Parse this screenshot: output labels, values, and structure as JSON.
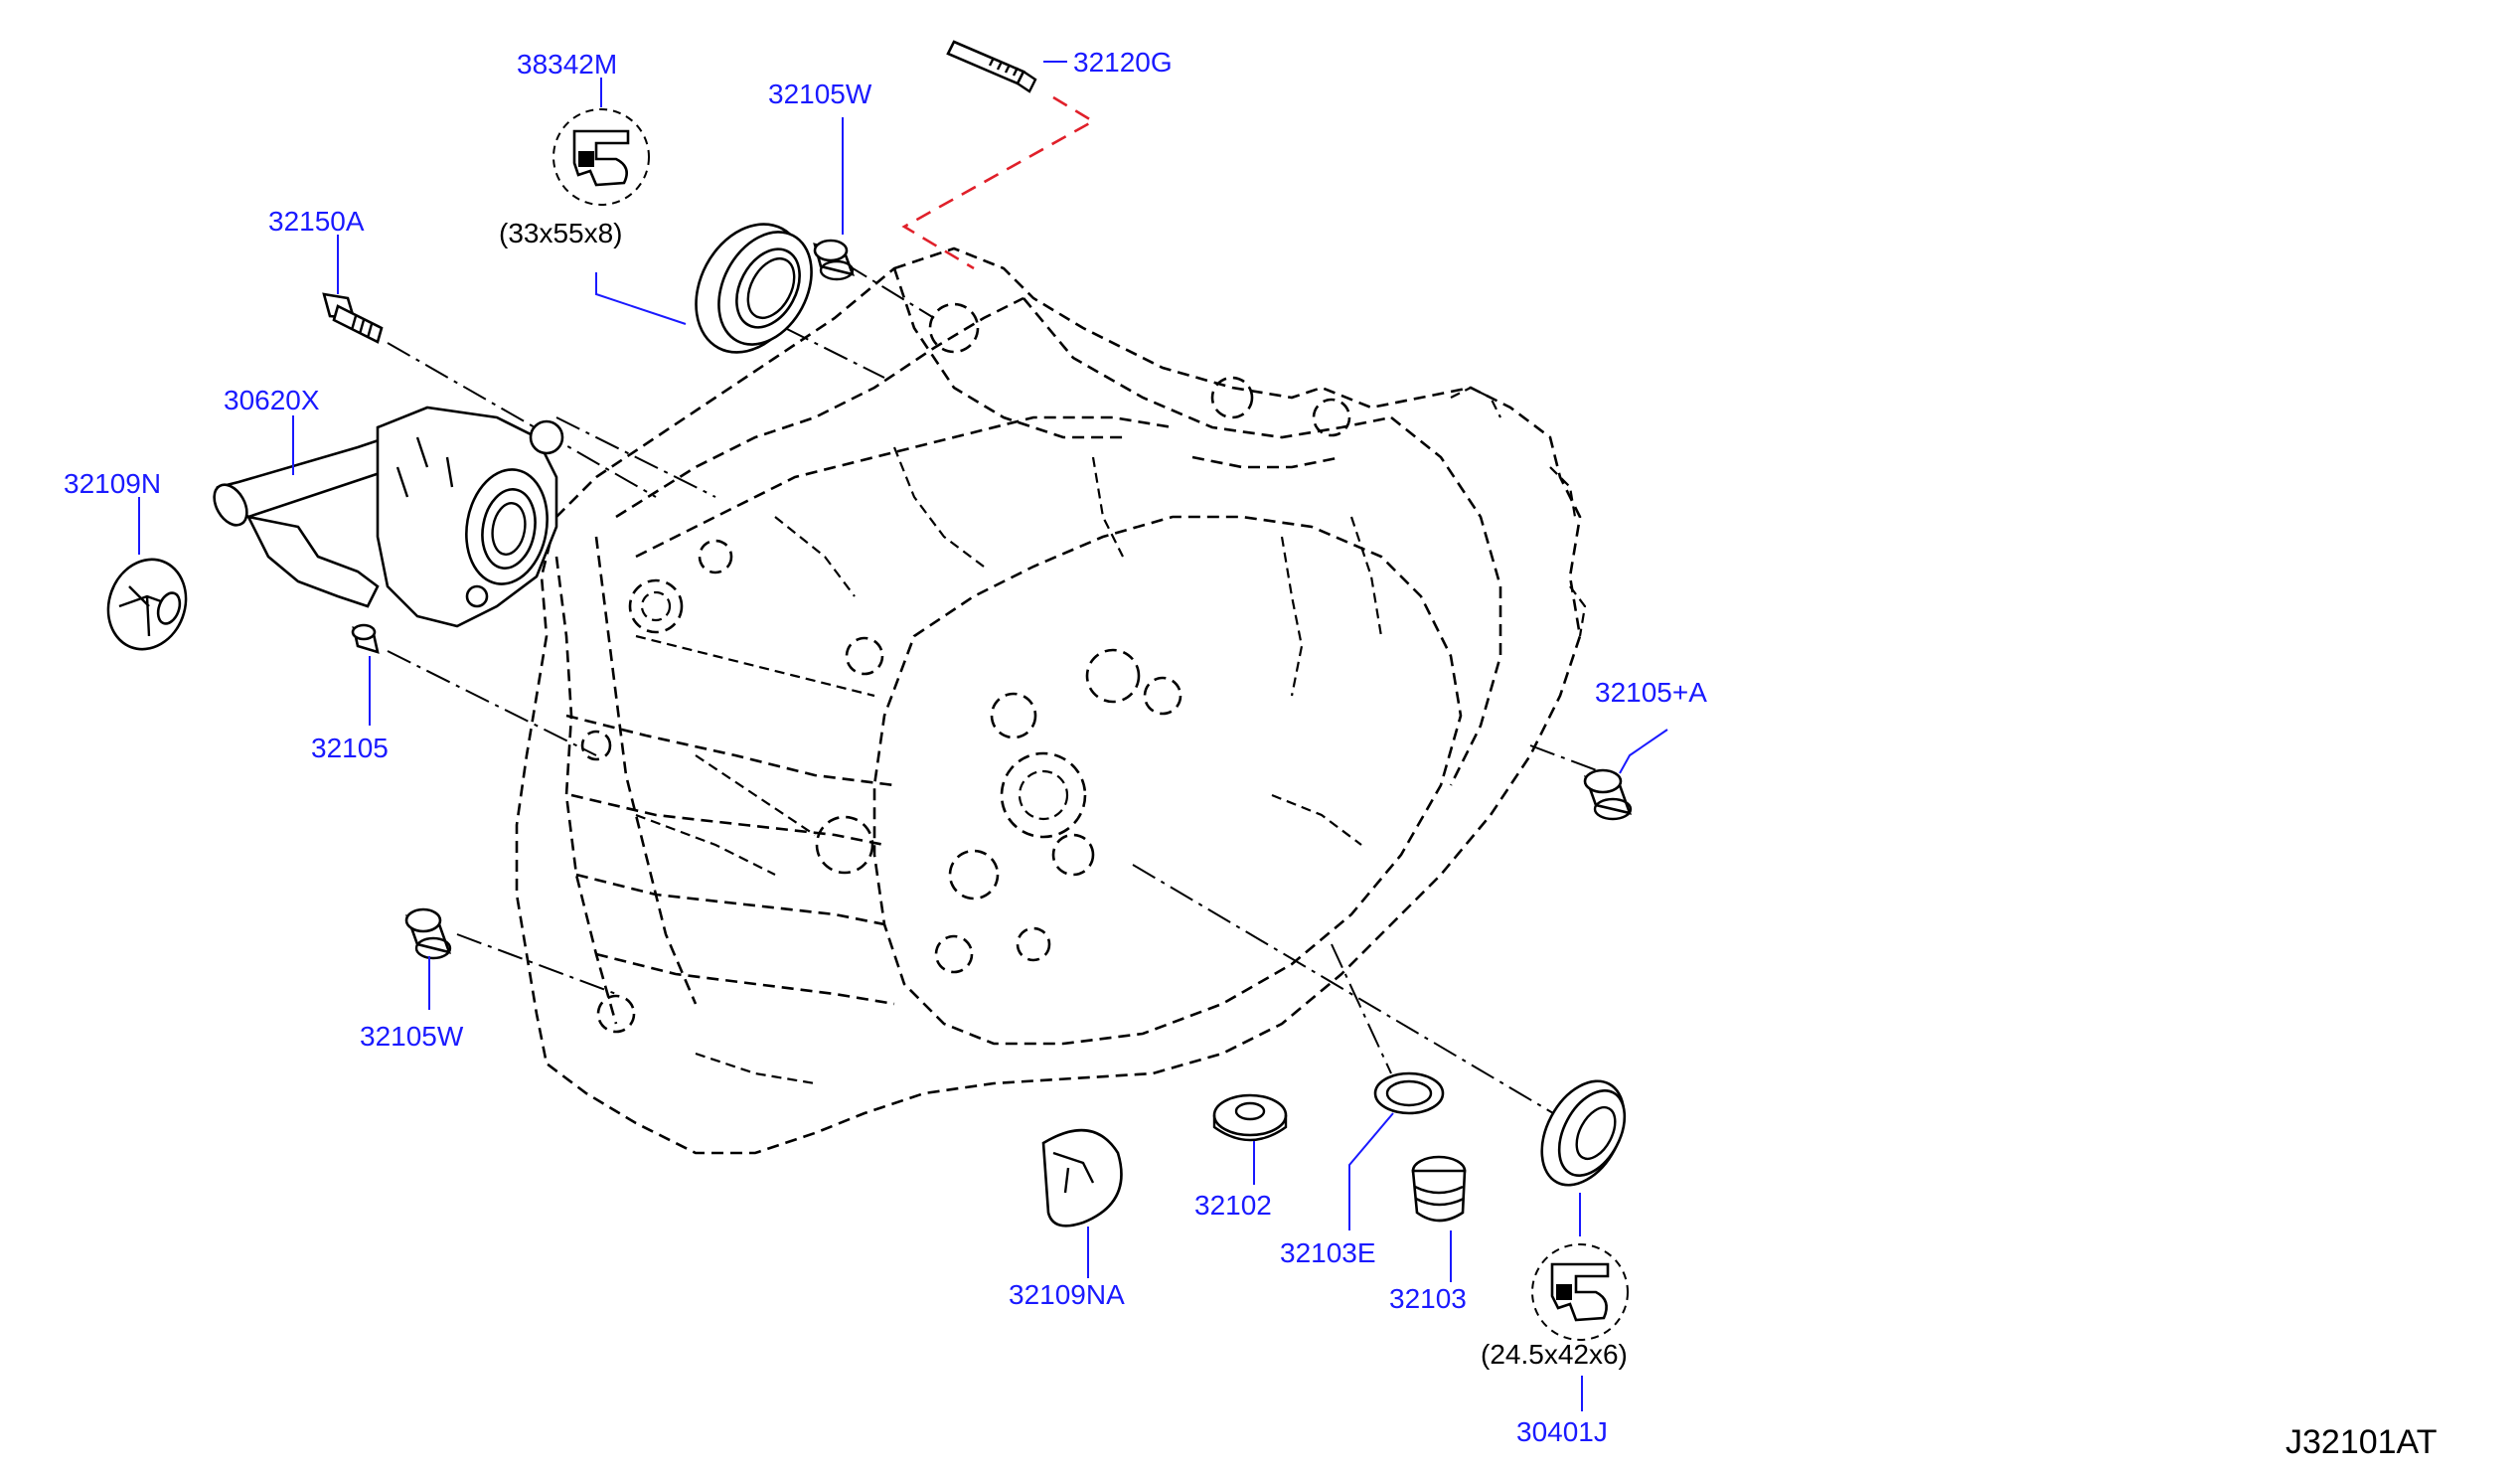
{
  "diagram": {
    "diagram_id": "J32101AT",
    "accent_color": "#1a1aff",
    "line_color": "#000000",
    "highlight_color": "#e0202a",
    "parts": {
      "p38342M": "38342M",
      "p32105W_top": "32105W",
      "p32120G": "32120G",
      "p32150A": "32150A",
      "p30620X": "30620X",
      "p32109N": "32109N",
      "p32105": "32105",
      "p32105plusA": "32105+A",
      "p32105W_bottom": "32105W",
      "p32109NA": "32109NA",
      "p32102": "32102",
      "p32103E": "32103E",
      "p32103": "32103",
      "p30401J": "30401J"
    },
    "dimensions": {
      "seal_top": "(33x55x8)",
      "seal_bottom": "(24.5x42x6)"
    }
  }
}
